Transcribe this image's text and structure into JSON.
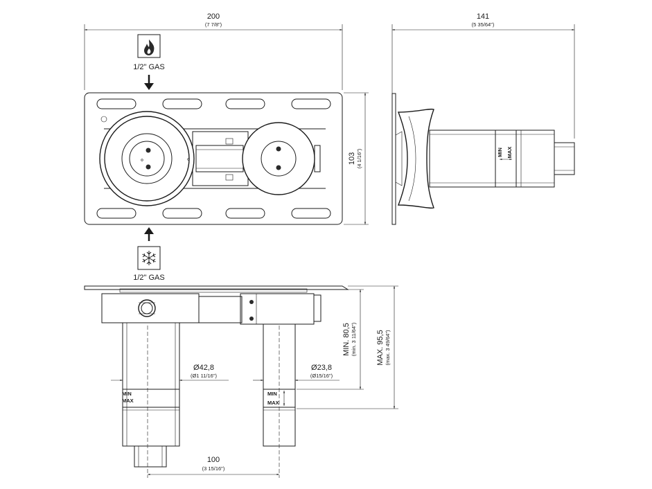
{
  "dimensions": {
    "width_top": {
      "main": "200",
      "sub": "(7 7/8\")"
    },
    "width_side": {
      "main": "141",
      "sub": "(5 35/64\")"
    },
    "height_front": {
      "main": "103",
      "sub": "(4 1/16\")"
    },
    "diam_large": {
      "main": "Ø42,8",
      "sub": "(Ø1 11/16\")"
    },
    "diam_small": {
      "main": "Ø23,8",
      "sub": "(Ø15/16\")"
    },
    "min_depth": {
      "main": "MIN. 80,5",
      "sub": "(min. 3 11/64\")"
    },
    "max_depth": {
      "main": "MAX. 95,5",
      "sub": "(max. 3 49/64\")"
    },
    "spacing": {
      "main": "100",
      "sub": "(3 15/16\")"
    }
  },
  "inlets": {
    "hot": {
      "label": "1/2\" GAS",
      "icon": "flame-icon"
    },
    "cold": {
      "label": "1/2\" GAS",
      "icon": "snowflake-icon"
    }
  },
  "markings": {
    "min": "MIN",
    "max": "MAX"
  }
}
